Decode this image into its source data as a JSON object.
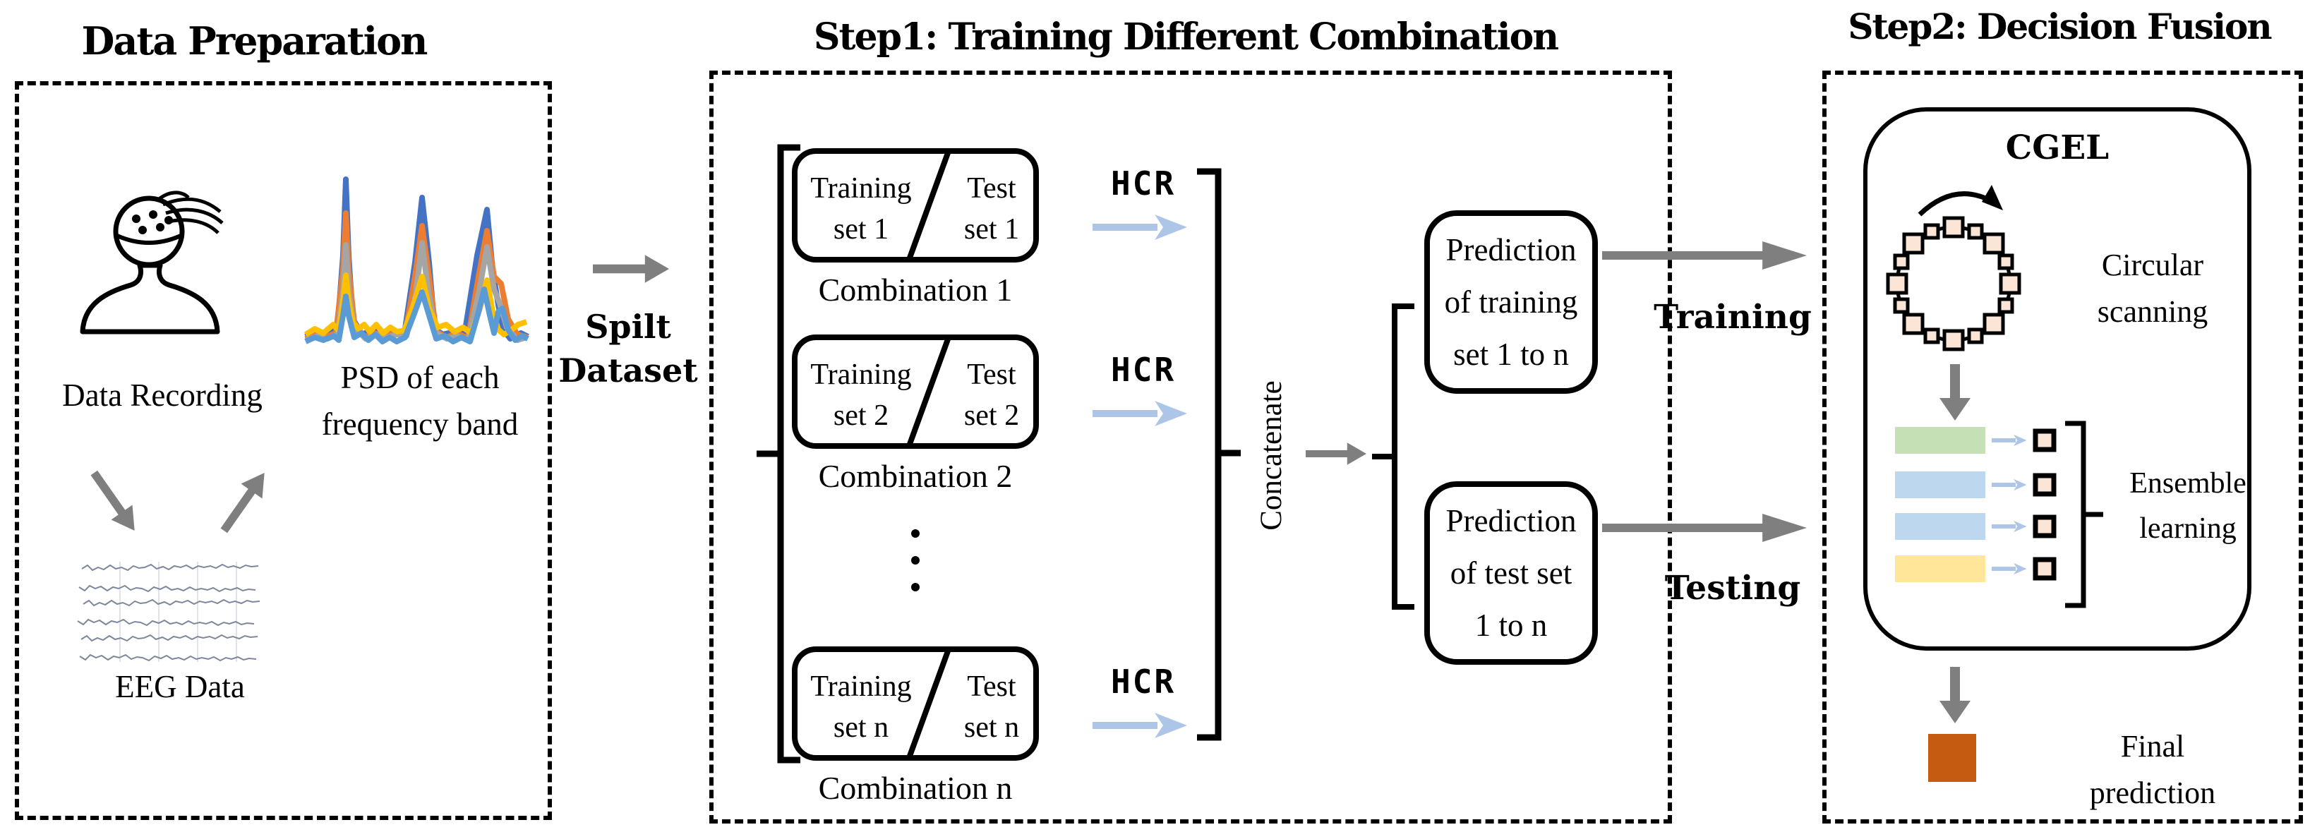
{
  "colors": {
    "arrow_gray": "#7f7f7f",
    "hcr_arrow_blue": "#adc6e8",
    "bar_green": "#c5e0b4",
    "bar_blue": "#bdd7ee",
    "bar_yellow": "#ffe699",
    "final_orange": "#c55a11",
    "node_peach": "#fbe5d6",
    "psd_lines": [
      "#4472c4",
      "#ed7d31",
      "#a5a5a5",
      "#ffc000",
      "#5b9bd5"
    ]
  },
  "data_preparation": {
    "title": "Data Preparation",
    "data_recording_label": "Data Recording",
    "psd_label": [
      "PSD of each",
      "frequency band"
    ],
    "eeg_label": "EEG Data"
  },
  "split": {
    "label": [
      "Spilt",
      "Dataset"
    ]
  },
  "step1": {
    "title": "Step1: Training Different Combination",
    "combinations": [
      {
        "left": [
          "Training",
          "set 1"
        ],
        "right": [
          "Test",
          "set 1"
        ],
        "caption": "Combination 1",
        "model": "HCR"
      },
      {
        "left": [
          "Training",
          "set 2"
        ],
        "right": [
          "Test",
          "set 2"
        ],
        "caption": "Combination 2",
        "model": "HCR"
      },
      {
        "left": [
          "Training",
          "set n"
        ],
        "right": [
          "Test",
          "set n"
        ],
        "caption": "Combination n",
        "model": "HCR"
      }
    ],
    "concatenate_label": "Concatenate",
    "predictions": [
      {
        "lines": [
          "Prediction",
          "of training",
          "set 1 to n"
        ]
      },
      {
        "lines": [
          "Prediction",
          "of test set",
          "1 to n"
        ]
      }
    ],
    "training_label": "Training",
    "testing_label": "Testing"
  },
  "step2": {
    "title": "Step2: Decision Fusion",
    "cgel_label": "CGEL",
    "circular_label": [
      "Circular",
      "scanning"
    ],
    "ensemble_label": [
      "Ensemble",
      "learning"
    ],
    "final_label": [
      "Final",
      "prediction"
    ]
  }
}
